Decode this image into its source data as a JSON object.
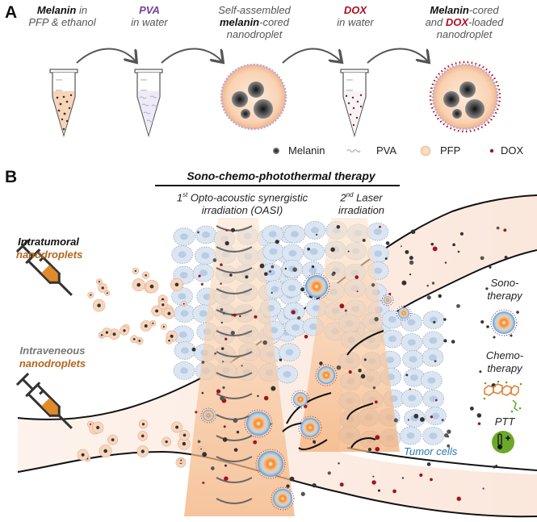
{
  "panel_a": {
    "letter": "A",
    "steps": [
      {
        "line1_bold": "Melanin",
        "line1_rest": " in",
        "line2": "PFP & ethanol"
      },
      {
        "line1_bold": "PVA",
        "line2": "in water"
      },
      {
        "line1": "Self-assembled",
        "line2_bold": "melanin",
        "line2_rest": "-cored",
        "line3": "nanodroplet"
      },
      {
        "line1_bold": "DOX",
        "line2": "in water"
      },
      {
        "line1_bold": "Melanin",
        "line1_rest": "-cored",
        "line2_pre": "and ",
        "line2_bold": "DOX",
        "line2_rest": "-loaded",
        "line3": "nanodroplet"
      }
    ],
    "legend": [
      {
        "icon": "melanin-dot-icon",
        "label": "Melanin"
      },
      {
        "icon": "pva-wave-icon",
        "label": "PVA"
      },
      {
        "icon": "pfp-circle-icon",
        "label": "PFP"
      },
      {
        "icon": "dox-dot-icon",
        "label": "DOX"
      }
    ]
  },
  "panel_b": {
    "letter": "B",
    "therapy_title": "Sono-chemo-photothermal therapy",
    "first_irradiation": {
      "ordinal": "1",
      "sup": "st",
      "line1_rest": " Opto-acoustic synergistic",
      "line2": "irradiation (OASI)"
    },
    "second_irradiation": {
      "ordinal": "2",
      "sup": "nd",
      "line1_rest": " Laser",
      "line2": "irradiation"
    },
    "intratumoral": {
      "line1": "Intratumoral",
      "line2": "nanodroplets"
    },
    "intravenous": {
      "line1": "Intraveneous",
      "line2": "nanodroplets"
    },
    "tumor_cells": "Tumor cells",
    "side_legend": [
      {
        "line1": "Sono-",
        "line2": "therapy",
        "icon": "sonotherapy-droplet-icon"
      },
      {
        "line1": "Chemo-",
        "line2": "therapy",
        "icon": "dox-molecule-icon"
      },
      {
        "line1": "PTT",
        "icon": "thermometer-plus-icon"
      }
    ]
  },
  "colors": {
    "melanin": "#333333",
    "pva": "#b9a6d8",
    "pfp": "#f6c9a6",
    "dox": "#a01420",
    "beam": "#f2b27a",
    "tumor_cell": "#c8d9ec",
    "ptt_green": "#6aa829",
    "orange_label": "#b5651d",
    "tumor_label": "#2a7ab0"
  }
}
